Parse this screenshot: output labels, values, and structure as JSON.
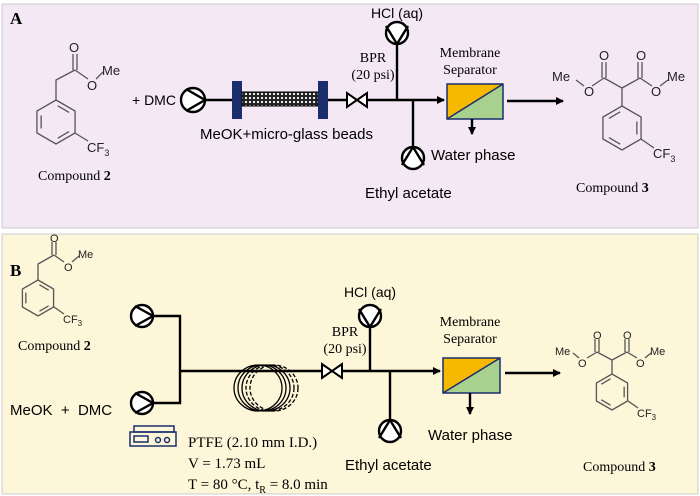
{
  "colors": {
    "panel_a_bg": "#f3e8f4",
    "panel_b_bg": "#fdf6d9",
    "separator_organic": "#f7b800",
    "separator_aqueous": "#a9d18e",
    "column_caps": "#1a2e6e"
  },
  "panel_a": {
    "label": "A",
    "compound_2": {
      "name": "Compound ",
      "num": "2",
      "o": "O",
      "o_ester": "O",
      "me": "Me",
      "cf3": "CF",
      "sub3": "3"
    },
    "dmc": "+ DMC",
    "column_label": "MeOK+micro-glass beads",
    "hcl": "HCl (aq)",
    "bpr": "BPR",
    "bpr_pressure": "(20 psi)",
    "separator_1": "Membrane",
    "separator_2": "Separator",
    "water_phase": "Water phase",
    "ethyl_acetate": "Ethyl acetate",
    "compound_3": {
      "name": "Compound ",
      "num": "3",
      "o1": "O",
      "o2": "O",
      "oe1": "O",
      "oe2": "O",
      "me1": "Me",
      "me2": "Me",
      "cf3": "CF",
      "sub3": "3"
    }
  },
  "panel_b": {
    "label": "B",
    "compound_2": {
      "name": "Compound ",
      "num": "2",
      "o": "O",
      "o_ester": "O",
      "me": "Me",
      "cf3": "CF",
      "sub3": "3"
    },
    "feed": "MeOK  +  DMC",
    "ptfe": "PTFE (2.10 mm I.D.)",
    "volume": "V = 1.73 mL",
    "temp": "T = 80 °C, t",
    "tr_sub": "R",
    "time": " = 8.0 min",
    "hcl": "HCl (aq)",
    "bpr": "BPR",
    "bpr_pressure": "(20 psi)",
    "separator_1": "Membrane",
    "separator_2": "Separator",
    "water_phase": "Water phase",
    "ethyl_acetate": "Ethyl acetate",
    "compound_3": {
      "name": "Compound ",
      "num": "3",
      "o1": "O",
      "o2": "O",
      "oe1": "O",
      "oe2": "O",
      "me1": "Me",
      "me2": "Me",
      "cf3": "CF",
      "sub3": "3"
    }
  }
}
